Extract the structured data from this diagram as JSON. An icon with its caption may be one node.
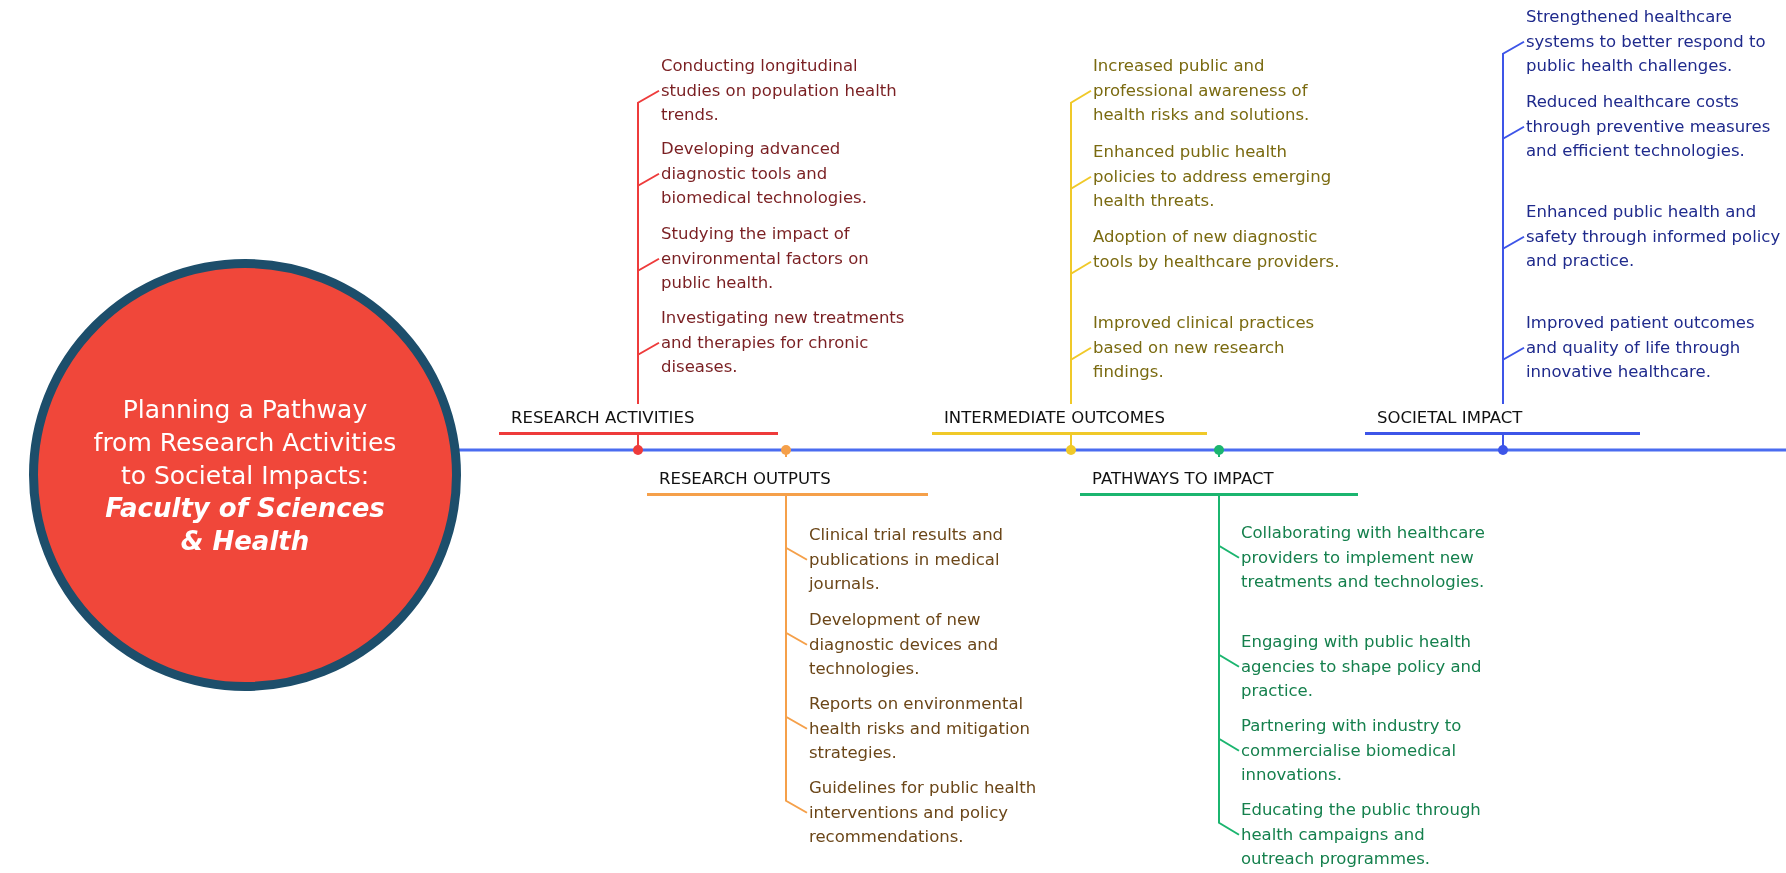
{
  "diagram": {
    "nodes": [
      {
        "text": [
          "Planning a Pathway from Research Activities to Societal Impacts:",
          "Faculty of Sciences & Health"
        ]
      },
      {
        "text": [
          "RESEARCH ACTIVITIES"
        ]
      },
      {
        "text": [
          "Conducting longitudinal studies on population health trends."
        ]
      },
      {
        "text": [
          "Developing advanced diagnostic tools and biomedical technologies."
        ]
      },
      {
        "text": [
          "Studying the impact of environmental factors on public health."
        ]
      },
      {
        "text": [
          "Investigating new treatments and therapies for chronic diseases."
        ]
      },
      {
        "text": [
          "RESEARCH OUTPUTS"
        ]
      },
      {
        "text": [
          "Clinical trial results and publications in medical journals."
        ]
      },
      {
        "text": [
          "Development of new diagnostic devices and technologies."
        ]
      },
      {
        "text": [
          "Reports on environmental health risks and mitigation strategies."
        ]
      },
      {
        "text": [
          "Guidelines for public health interventions and policy recommendations."
        ]
      },
      {
        "text": [
          "INTERMEDIATE OUTCOMES"
        ]
      },
      {
        "text": [
          "Increased public and professional awareness of health risks and solutions."
        ]
      },
      {
        "text": [
          "Enhanced public health policies to address emerging health threats."
        ]
      },
      {
        "text": [
          "Adoption of new diagnostic tools by healthcare providers."
        ]
      },
      {
        "text": [
          "Improved clinical practices based on new research findings."
        ]
      },
      {
        "text": [
          "PATHWAYS TO IMPACT"
        ]
      },
      {
        "text": [
          "Collaborating with healthcare providers to implement new treatments and technologies."
        ]
      },
      {
        "text": [
          "Engaging with public health agencies to shape policy and practice."
        ]
      },
      {
        "text": [
          "Partnering with industry to commercialise biomedical innovations."
        ]
      },
      {
        "text": [
          "Educating the public through health campaigns and outreach programmes."
        ]
      },
      {
        "text": [
          "SOCIETAL IMPACT"
        ]
      },
      {
        "text": [
          "Strengthened healthcare systems to better respond to public health challenges."
        ]
      },
      {
        "text": [
          "Reduced healthcare costs through preventive measures and efficient technologies."
        ]
      },
      {
        "text": [
          "Enhanced public health and safety through informed policy and practice."
        ]
      },
      {
        "text": [
          "Improved patient outcomes and quality of life through innovative healthcare."
        ]
      }
    ],
    "edges": [
      {
        "from": 1,
        "to": 2,
        "arrow": "none",
        "color": "#ee3b3b"
      },
      {
        "from": 1,
        "to": 3,
        "arrow": "none",
        "color": "#ee3b3b"
      },
      {
        "from": 1,
        "to": 4,
        "arrow": "none",
        "color": "#ee3b3b"
      },
      {
        "from": 1,
        "to": 5,
        "arrow": "none",
        "color": "#ee3b3b"
      },
      {
        "from": 6,
        "to": 7,
        "arrow": "none",
        "color": "#f5a04a"
      },
      {
        "from": 6,
        "to": 8,
        "arrow": "none",
        "color": "#f5a04a"
      },
      {
        "from": 6,
        "to": 9,
        "arrow": "none",
        "color": "#f5a04a"
      },
      {
        "from": 6,
        "to": 10,
        "arrow": "none",
        "color": "#f5a04a"
      },
      {
        "from": 11,
        "to": 12,
        "arrow": "none",
        "color": "#f0c929"
      },
      {
        "from": 11,
        "to": 13,
        "arrow": "none",
        "color": "#f0c929"
      },
      {
        "from": 11,
        "to": 14,
        "arrow": "none",
        "color": "#f0c929"
      },
      {
        "from": 11,
        "to": 15,
        "arrow": "none",
        "color": "#f0c929"
      },
      {
        "from": 16,
        "to": 17,
        "arrow": "none",
        "color": "#1bb56f"
      },
      {
        "from": 16,
        "to": 18,
        "arrow": "none",
        "color": "#1bb56f"
      },
      {
        "from": 16,
        "to": 19,
        "arrow": "none",
        "color": "#1bb56f"
      },
      {
        "from": 16,
        "to": 20,
        "arrow": "none",
        "color": "#1bb56f"
      },
      {
        "from": 21,
        "to": 22,
        "arrow": "none",
        "color": "#3d55e8"
      },
      {
        "from": 21,
        "to": 23,
        "arrow": "none",
        "color": "#3d55e8"
      },
      {
        "from": 21,
        "to": 24,
        "arrow": "none",
        "color": "#3d55e8"
      },
      {
        "from": 21,
        "to": 25,
        "arrow": "none",
        "color": "#3d55e8"
      }
    ]
  }
}
